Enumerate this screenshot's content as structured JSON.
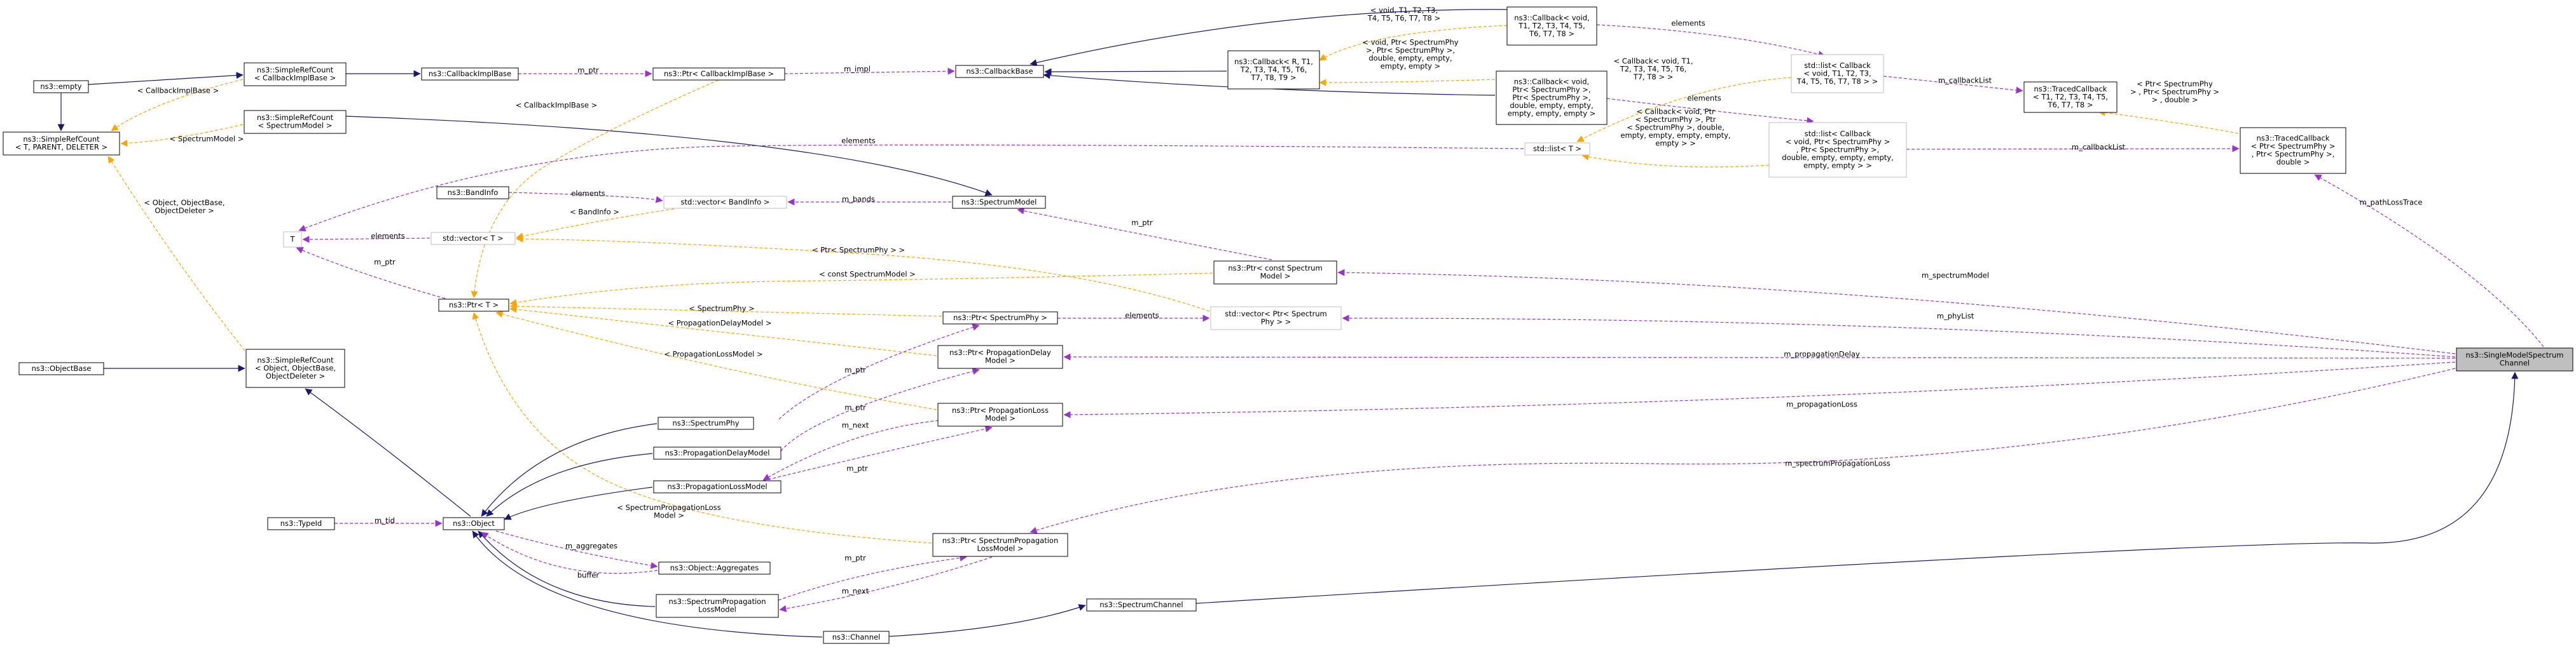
{
  "colors": {
    "inheritance": "#191970",
    "usage": "#9a32cd",
    "template": "#ffa500",
    "node_border": "#000000",
    "node_border_light": "#bfbfbf",
    "highlight_fill": "#bfbfbf"
  },
  "nodes": {
    "empty": [
      "ns3::empty"
    ],
    "srcb": [
      "ns3::SimpleRefCount",
      "< CallbackImplBase >"
    ],
    "srsm": [
      "ns3::SimpleRefCount",
      "< SpectrumModel >"
    ],
    "srtpd": [
      "ns3::SimpleRefCount",
      "< T, PARENT, DELETER >"
    ],
    "cib": [
      "ns3::CallbackImplBase"
    ],
    "ptrcib": [
      "ns3::Ptr< CallbackImplBase >"
    ],
    "cbbase": [
      "ns3::CallbackBase"
    ],
    "cbvoid": [
      "ns3::Callback< void,",
      "T1, T2, T3, T4, T5,",
      "T6, T7, T8 >"
    ],
    "cbr": [
      "ns3::Callback< R, T1,",
      "T2, T3, T4, T5, T6,",
      "T7, T8, T9 >"
    ],
    "cbspec": [
      "ns3::Callback< void,",
      "Ptr< SpectrumPhy >,",
      "Ptr< SpectrumPhy >,",
      "double, empty, empty,",
      "empty, empty, empty >"
    ],
    "stdlistcb": [
      "std::list< Callback",
      "< void, T1, T2, T3,",
      "T4, T5, T6, T7, T8 > >"
    ],
    "tracedcb": [
      "ns3::TracedCallback",
      "< T1, T2, T3, T4, T5,",
      "T6, T7, T8 >"
    ],
    "tracedcbsp": [
      "ns3::TracedCallback",
      "< Ptr< SpectrumPhy >",
      ", Ptr< SpectrumPhy >,",
      "double >"
    ],
    "stdlistt": [
      "std::list< T >"
    ],
    "stdlistcbsp": [
      "std::list< Callback",
      "< void, Ptr< SpectrumPhy >",
      ", Ptr< SpectrumPhy >,",
      "double, empty, empty, empty,",
      "empty, empty > >"
    ],
    "bandinfo": [
      "ns3::BandInfo"
    ],
    "vecbandinfo": [
      "std::vector< BandInfo >"
    ],
    "specmodel": [
      "ns3::SpectrumModel"
    ],
    "T": [
      "T"
    ],
    "vect": [
      "std::vector< T >"
    ],
    "ptrt": [
      "ns3::Ptr< T >"
    ],
    "ptrconstsm": [
      "ns3::Ptr< const Spectrum",
      "Model >"
    ],
    "vecptrsp": [
      "std::vector< Ptr< Spectrum",
      "Phy > >"
    ],
    "ptrsp": [
      "ns3::Ptr< SpectrumPhy >"
    ],
    "ptrpdm": [
      "ns3::Ptr< PropagationDelay",
      "Model >"
    ],
    "ptrplm": [
      "ns3::Ptr< PropagationLoss",
      "Model >"
    ],
    "objectbase": [
      "ns3::ObjectBase"
    ],
    "srobj": [
      "ns3::SimpleRefCount",
      "< Object, ObjectBase,",
      "ObjectDeleter >"
    ],
    "specphy": [
      "ns3::SpectrumPhy"
    ],
    "pdm": [
      "ns3::PropagationDelayModel"
    ],
    "plm": [
      "ns3::PropagationLossModel"
    ],
    "typeid": [
      "ns3::TypeId"
    ],
    "object": [
      "ns3::Object"
    ],
    "ptrsplm": [
      "ns3::Ptr< SpectrumPropagation",
      "LossModel >"
    ],
    "aggregates": [
      "ns3::Object::Aggregates"
    ],
    "splm": [
      "ns3::SpectrumPropagation",
      "LossModel"
    ],
    "channel": [
      "ns3::Channel"
    ],
    "specchannel": [
      "ns3::SpectrumChannel"
    ],
    "smsc": [
      "ns3::SingleModelSpectrum",
      "Channel"
    ]
  },
  "edges": {
    "e_empty_srtpd": [],
    "e_empty_srcb": [],
    "e_srtpd_srcb": [
      "< CallbackImplBase >"
    ],
    "e_srtpd_srsm": [
      "< SpectrumModel >"
    ],
    "e_srtpd_srobj": [
      "< Object, ObjectBase,",
      "ObjectDeleter >"
    ],
    "e_srcb_cib": [],
    "e_srsm_specmodel": [],
    "e_cib_ptrcib": [
      "m_ptr"
    ],
    "e_ptrt_ptrcib": [
      "< CallbackImplBase >"
    ],
    "e_ptrcib_cbbase": [
      "m_impl"
    ],
    "e_cbbase_cbvoid": [],
    "e_cbbase_cbr": [],
    "e_cbbase_cbspec": [],
    "e_cbr_cbvoid": [
      "< void, T1, T2, T3,",
      "T4, T5, T6, T7, T8 >"
    ],
    "e_cbr_cbspec": [
      "< void, Ptr< SpectrumPhy",
      ">, Ptr< SpectrumPhy >,",
      "double, empty, empty,",
      "empty, empty >"
    ],
    "e_cbvoid_stdlistcb": [
      "elements"
    ],
    "e_stdlistt_stdlistcb": [
      "< Callback< void, T1,",
      "T2, T3, T4, T5, T6,",
      "T7, T8 > >"
    ],
    "e_stdlistcb_tracedcb": [
      "m_callbackList"
    ],
    "e_tracedcb_tracedcbsp": [
      "< Ptr< SpectrumPhy",
      "> , Ptr< SpectrumPhy >",
      "> , double >"
    ],
    "e_cbspec_stdlistcbsp": [
      "elements"
    ],
    "e_stdlistt_stdlistcbsp": [
      "< Callback< void, Ptr",
      "< SpectrumPhy >, Ptr",
      "< SpectrumPhy >, double,",
      "empty, empty, empty, empty,",
      "empty > >"
    ],
    "e_stdlistcbsp_tracedcbsp": [
      "m_callbackList"
    ],
    "e_T_stdlistt": [
      "elements"
    ],
    "e_bandinfo_vecbandinfo": [
      "elements"
    ],
    "e_vect_vecbandinfo": [
      "< BandInfo >"
    ],
    "e_vecbandinfo_specmodel": [
      "m_bands"
    ],
    "e_T_vect": [
      "elements"
    ],
    "e_T_ptrt": [
      "m_ptr"
    ],
    "e_specmodel_ptrconstsm": [
      "m_ptr"
    ],
    "e_ptrt_ptrconstsm": [
      "< const SpectrumModel >"
    ],
    "e_vect_vecptrsp": [
      "< Ptr< SpectrumPhy > >"
    ],
    "e_ptrsp_vecptrsp": [
      "elements"
    ],
    "e_ptrt_ptrsp": [
      "< SpectrumPhy >"
    ],
    "e_ptrt_ptrpdm": [
      "< PropagationDelayModel >"
    ],
    "e_ptrt_ptrplm": [
      "< PropagationLossModel >"
    ],
    "e_ptrt_ptrsplm": [
      "< SpectrumPropagationLoss",
      "Model >"
    ],
    "e_objectbase_srobj": [],
    "e_srobj_object": [],
    "e_object_specphy": [],
    "e_object_pdm": [],
    "e_object_plm": [],
    "e_object_splm": [],
    "e_object_channel": [],
    "e_specphy_ptrsp": [
      "m_ptr"
    ],
    "e_pdm_ptrpdm": [
      "m_ptr"
    ],
    "e_plm_ptrplm": [
      "m_ptr"
    ],
    "e_ptrplm_plm": [
      "m_next"
    ],
    "e_typeid_object": [
      "m_tid"
    ],
    "e_object_aggregates": [
      "m_aggregates"
    ],
    "e_aggregates_object": [
      "buffer"
    ],
    "e_splm_ptrsplm": [
      "m_ptr"
    ],
    "e_ptrsplm_splm": [
      "m_next"
    ],
    "e_channel_specchannel": [],
    "e_specchannel_smsc": [],
    "e_tracedcbsp_smsc": [
      "m_pathLossTrace"
    ],
    "e_ptrconstsm_smsc": [
      "m_spectrumModel"
    ],
    "e_vecptrsp_smsc": [
      "m_phyList"
    ],
    "e_ptrpdm_smsc": [
      "m_propagationDelay"
    ],
    "e_ptrplm_smsc": [
      "m_propagationLoss"
    ],
    "e_ptrsplm_smsc": [
      "m_spectrumPropagationLoss"
    ]
  }
}
